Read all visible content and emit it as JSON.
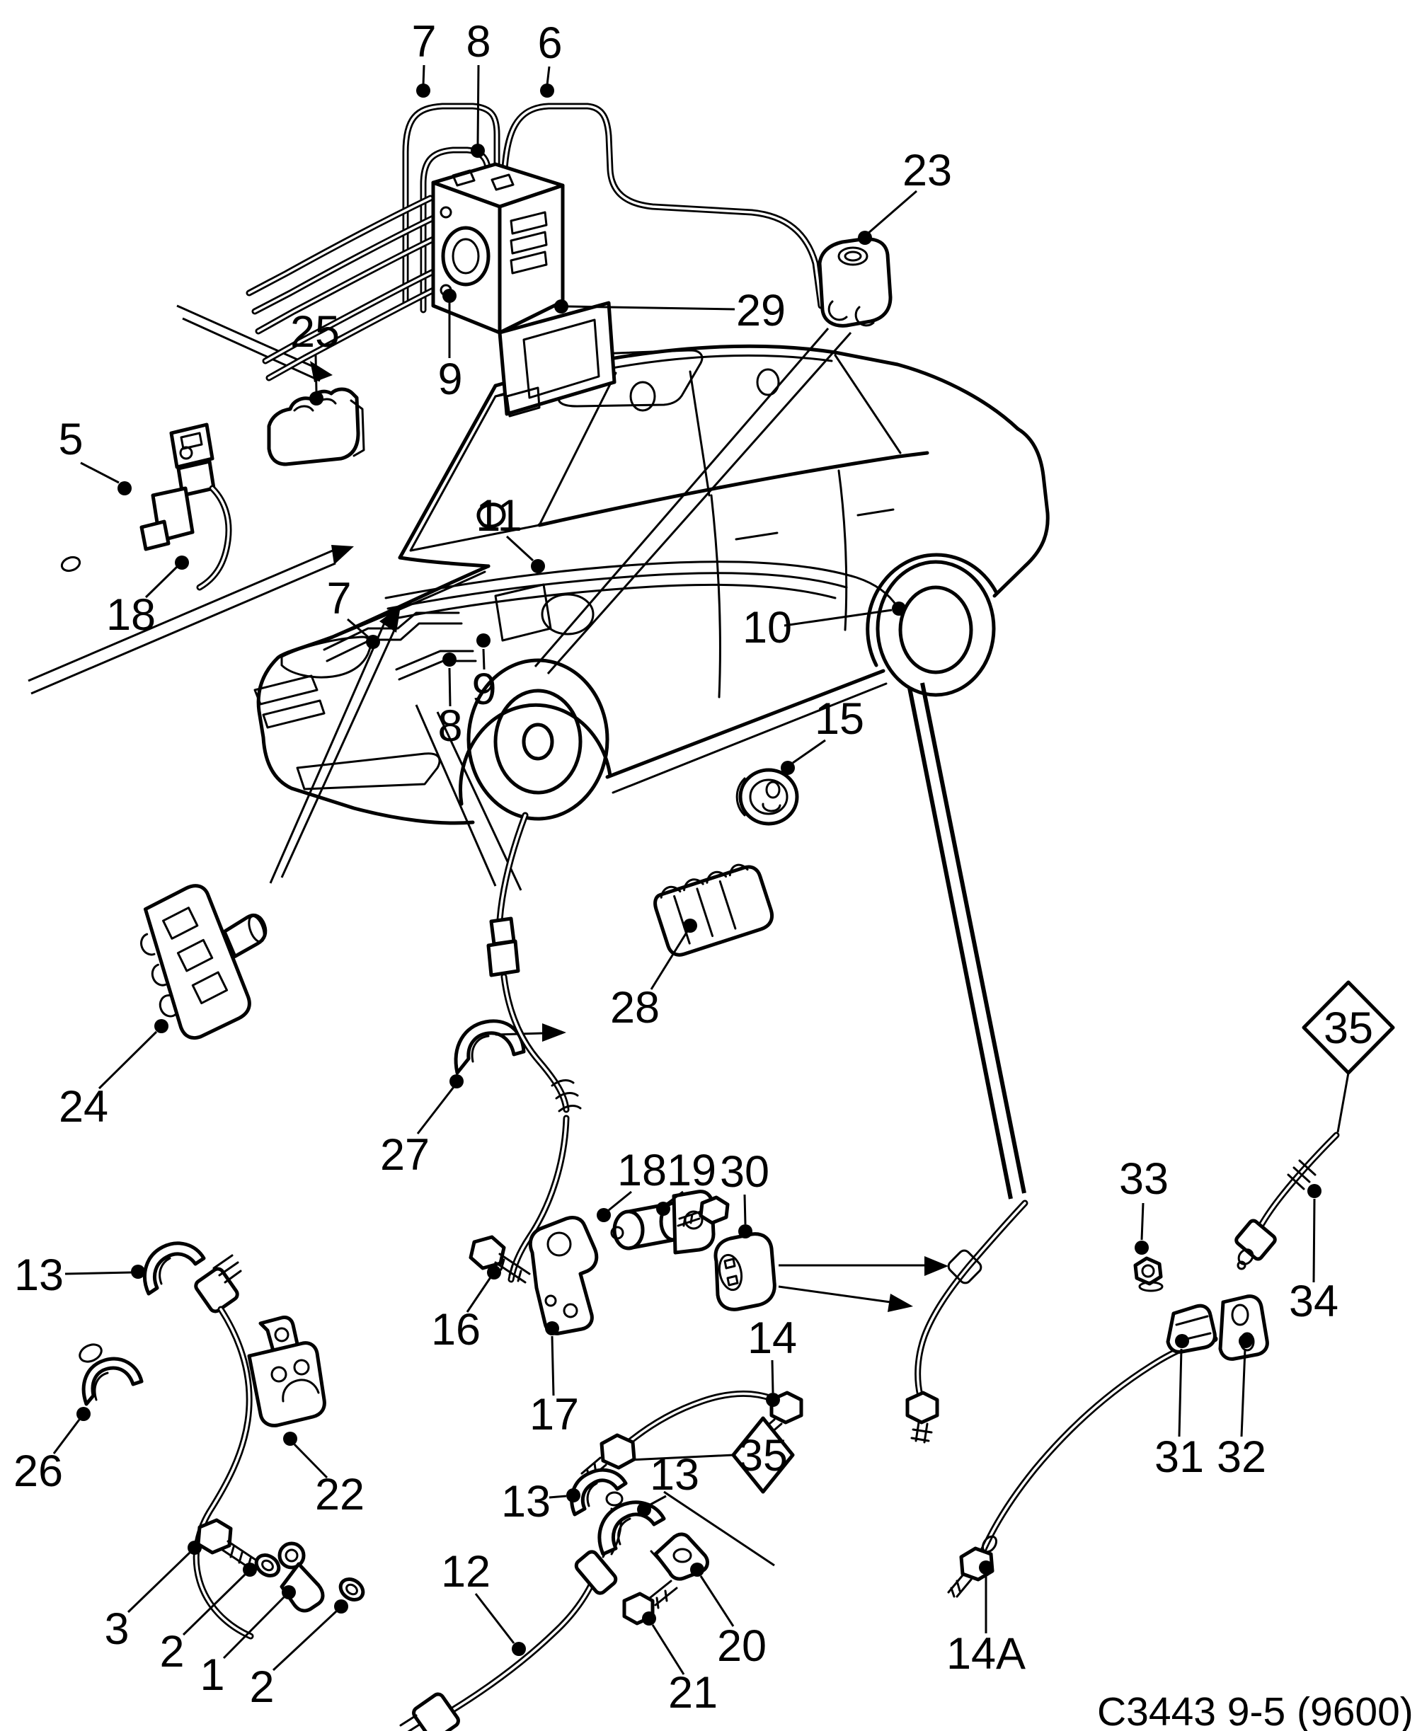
{
  "figure": {
    "type": "vehicle-parts-line-diagram",
    "subject": "brake lines and hoses with ABS unit on sedan"
  },
  "labels": {
    "l1": "1",
    "l2a": "2",
    "l2b": "2",
    "l3": "3",
    "l5": "5",
    "l6": "6",
    "l7a": "7",
    "l7b": "7",
    "l8a": "8",
    "l8b": "8",
    "l9a": "9",
    "l9b": "9",
    "l10": "10",
    "l11": "11",
    "l12": "12",
    "l13a": "13",
    "l13b": "13",
    "l13c": "13",
    "l14": "14",
    "l14a": "14A",
    "l15": "15",
    "l16": "16",
    "l17": "17",
    "l18a": "18",
    "l18b": "18",
    "l19": "19",
    "l20": "20",
    "l21": "21",
    "l22": "22",
    "l23": "23",
    "l24": "24",
    "l25": "25",
    "l26": "26",
    "l27": "27",
    "l28": "28",
    "l29": "29",
    "l30": "30",
    "l31": "31",
    "l32": "32",
    "l33": "33",
    "l34": "34",
    "l35a": "35",
    "l35b": "35"
  },
  "footer": {
    "code": "C3443 9-5 (9600)"
  }
}
